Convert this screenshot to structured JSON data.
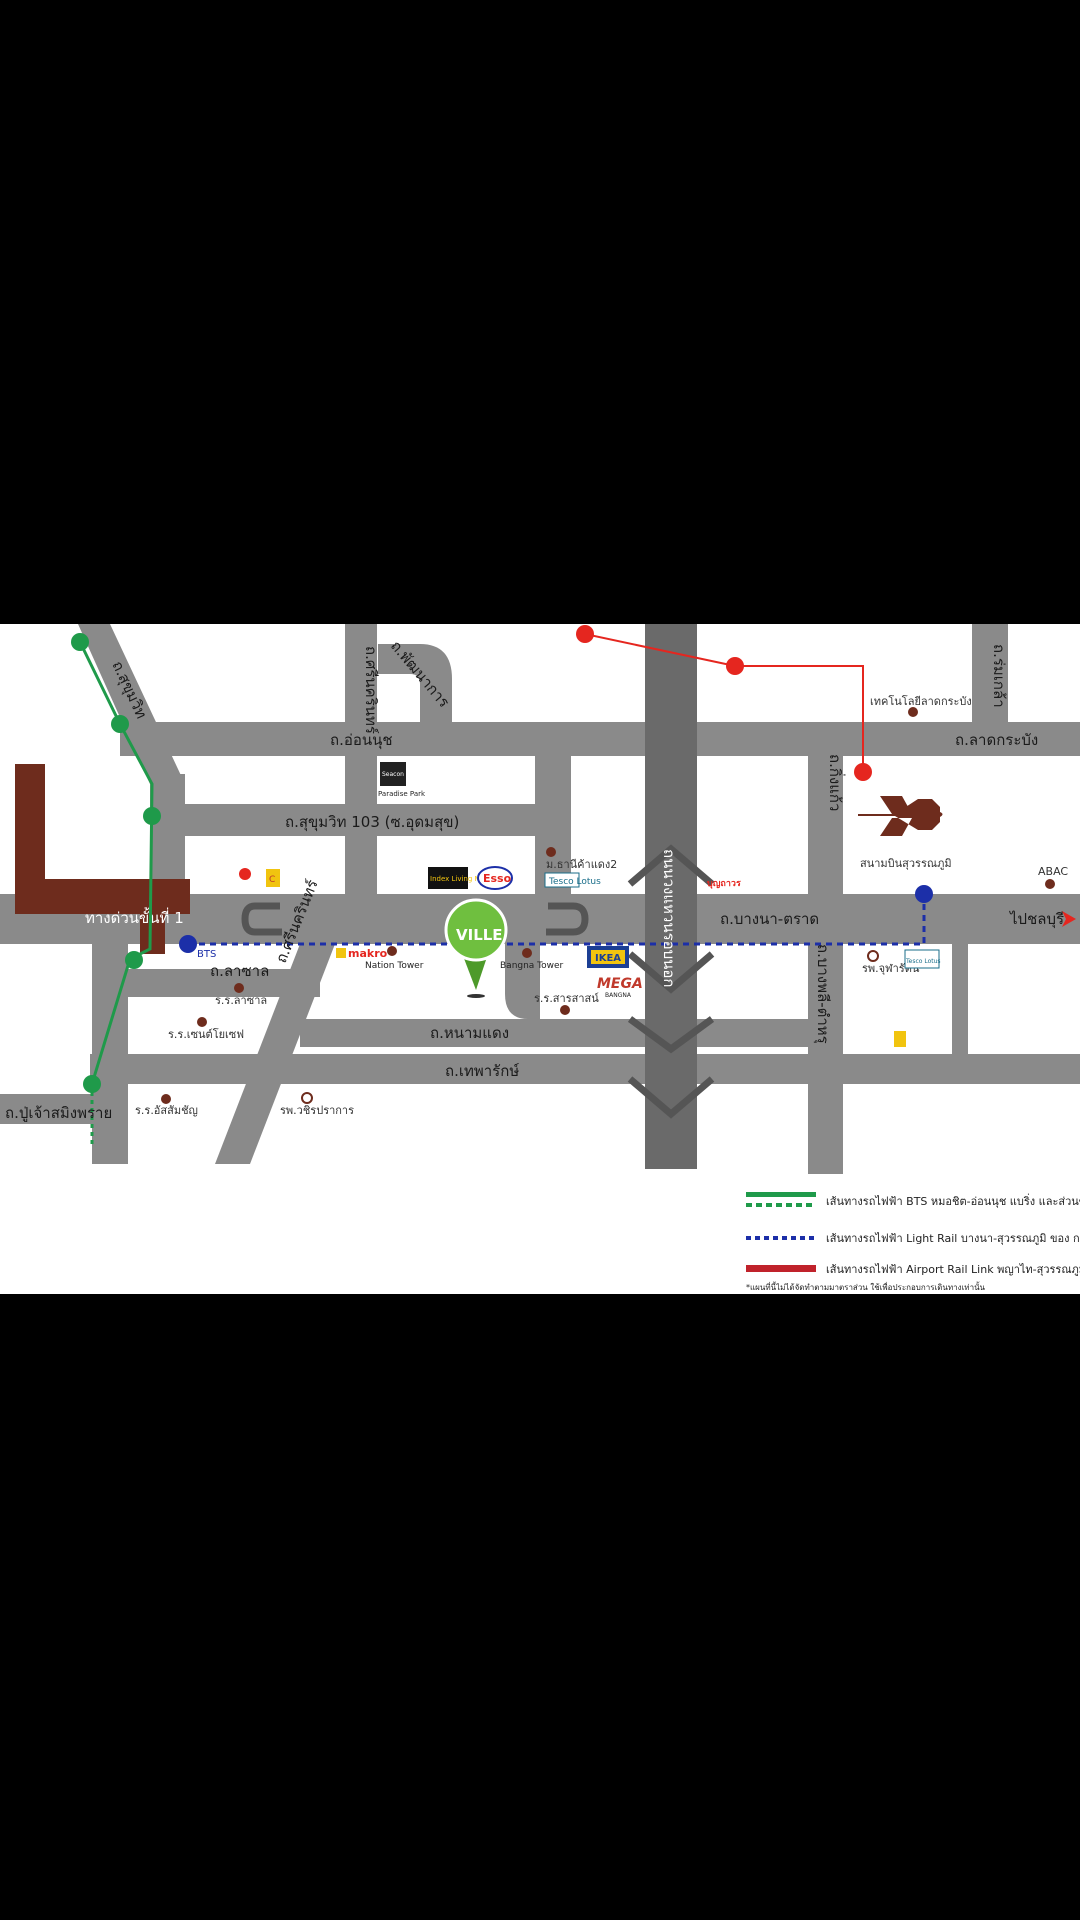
{
  "colors": {
    "background": "#000000",
    "map_bg": "#ffffff",
    "road": "#8a8a8a",
    "highway": "#6a6a6a",
    "expressway": "#6e2c1d",
    "bts_line": "#1f9a4a",
    "light_rail": "#1c2fa8",
    "airport_rail": "#e5261f",
    "poi_dot": "#6e2c1d",
    "pin": "#6fbf3f"
  },
  "roads": {
    "sukhumvit": "ถ.สุขุมวิท",
    "srinakarin_top": "ถ.ศรีนครินทร์",
    "phatthanakan": "ถ.พัฒนาการ",
    "on_nut": "ถ.อ่อนนุช",
    "sukhumvit103": "ถ.สุขุมวิท 103 (ซ.อุดมสุข)",
    "king_kaeo": "ถ.กิ่งแก้ว",
    "lat_krabang": "ถ.ลาดกระบัง",
    "rom_klao": "ถ.ร่มเกล้า",
    "expressway_label": "ทางด่วนขั้นที่ 1",
    "bangna_trat": "ถ.บางนา-ตราด",
    "to_chonburi": "ไปชลบุรี",
    "outer_ring": "ถนนวงแหวนรอบนอก",
    "srinakarin_bottom": "ถ.ศรีนครินทร์",
    "la_salle": "ถ.ลาซาล",
    "nam_daeng": "ถ.หนามแดง",
    "thepharak": "ถ.เทพารักษ์",
    "pu_chao": "ถ.ปู่เจ้าสมิงพราย",
    "bang_phli": "ถ.บางพลี-ตำหรุ"
  },
  "pois": {
    "king_mongkut": "เทคโนโลยีลาดกระบัง",
    "airport": "สนามบินสุวรรณภูมิ",
    "abac": "ABAC",
    "bangkae_market": "ม.ธานีค้าแดง2",
    "index": "Index Living Mall",
    "esso": "Esso",
    "big_c": "C",
    "tesco": "Tesco Lotus",
    "tesco_right": "Tesco Lotus",
    "bts_station": "BTS",
    "makro": "makro",
    "nation_tower": "Nation Tower",
    "bangna_tower": "Bangna Tower",
    "ikea": "IKEA",
    "mega": "MEGA",
    "mega_sub": "BANGNA",
    "sarasas": "ร.ร.สารสาสน์",
    "lasalle_school": "ร.ร.ลาซาล",
    "school_bot": "ร.ร.เซนต์โยเซฟ",
    "school_left": "ร.ร.อัสสัมชัญ",
    "hospital_left": "รพ.วชิรปราการ",
    "hospital_right": "รพ.จุฬารัตน์",
    "seacon": "Seacon Square",
    "paradise": "Paradise Park",
    "bangna_trat_logo": "บุญถาวร",
    "project": "VILLE"
  },
  "legend": {
    "bts": "เส้นทางรถไฟฟ้า BTS หมอชิต-อ่อนนุช แบริ่ง และส่วนขยาย",
    "light_rail": "เส้นทางรถไฟฟ้า Light Rail บางนา-สุวรรณภูมิ ของ กทม",
    "airport_rail": "เส้นทางรถไฟฟ้า Airport Rail Link พญาไท-สุวรรณภูมิ",
    "footnote": "*แผนที่นี้ไม่ได้จัดทำตามมาตราส่วน ใช้เพื่อประกอบการเดินทางเท่านั้น"
  }
}
